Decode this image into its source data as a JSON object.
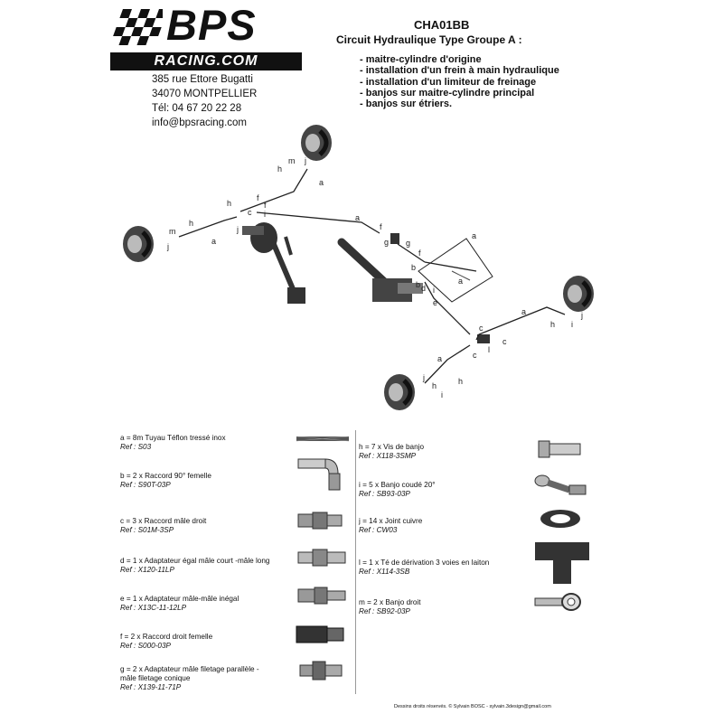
{
  "logo": {
    "brand": "BPS",
    "website": "RACING.COM"
  },
  "address": {
    "street": "385 rue Ettore Bugatti",
    "city": "34070 MONTPELLIER",
    "phone": "Tél: 04 67 20 22 28",
    "email": "info@bpsracing.com"
  },
  "ref_code": "CHA01BB",
  "circuit_title": "Circuit Hydraulique Type Groupe A :",
  "features": [
    "- maitre-cylindre d'origine",
    "- installation d'un frein à main hydraulique",
    "- installation d'un limiteur de freinage",
    "- banjos sur maitre-cylindre principal",
    "- banjos sur étriers."
  ],
  "diagram_labels": {
    "a": "a",
    "b": "b",
    "c": "c",
    "d": "d",
    "e": "e",
    "f": "f",
    "g": "g",
    "h": "h",
    "i": "i",
    "j": "j",
    "l": "l",
    "m": "m"
  },
  "parts_left": [
    {
      "desc": "a = 8m Tuyau Téflon tressé inox",
      "ref": "Ref : S03",
      "icon": "braided-hose-icon"
    },
    {
      "desc": "b = 2 x Raccord 90° femelle",
      "ref": "Ref : S90T-03P",
      "icon": "elbow-fitting-icon"
    },
    {
      "desc": "c = 3 x Raccord mâle droit",
      "ref": "Ref : S01M-3SP",
      "icon": "male-fitting-icon"
    },
    {
      "desc": "d = 1 x Adaptateur égal mâle court -mâle long",
      "ref": "Ref : X120-11LP",
      "icon": "adapter-icon"
    },
    {
      "desc": "e = 1 x Adaptateur mâle-mâle inégal",
      "ref": "Ref : X13C-11-12LP",
      "icon": "unequal-adapter-icon"
    },
    {
      "desc": "f = 2 x Raccord droit femelle",
      "ref": "Ref : S000-03P",
      "icon": "female-fitting-icon"
    },
    {
      "desc": "g = 2 x Adaptateur mâle filetage parallèle -\n        mâle filetage conique",
      "ref": "Ref : X139-11-71P",
      "icon": "taper-adapter-icon"
    }
  ],
  "parts_right": [
    {
      "desc": "h = 7 x Vis de banjo",
      "ref": "Ref : X118-3SMP",
      "icon": "banjo-bolt-icon"
    },
    {
      "desc": "i = 5 x Banjo coudé 20°",
      "ref": "Ref : SB93-03P",
      "icon": "angled-banjo-icon"
    },
    {
      "desc": "j = 14 x Joint cuivre",
      "ref": "Ref : CW03",
      "icon": "copper-washer-icon"
    },
    {
      "desc": "l = 1 x Té de dérivation 3 voies en laiton",
      "ref": "Ref : X114-3SB",
      "icon": "brass-tee-icon"
    },
    {
      "desc": "m = 2 x Banjo droit",
      "ref": "Ref : SB92-03P",
      "icon": "straight-banjo-icon"
    }
  ],
  "footer": "Dessins droits réservés. © Sylvain BOSC - sylvain.3design@gmail.com"
}
